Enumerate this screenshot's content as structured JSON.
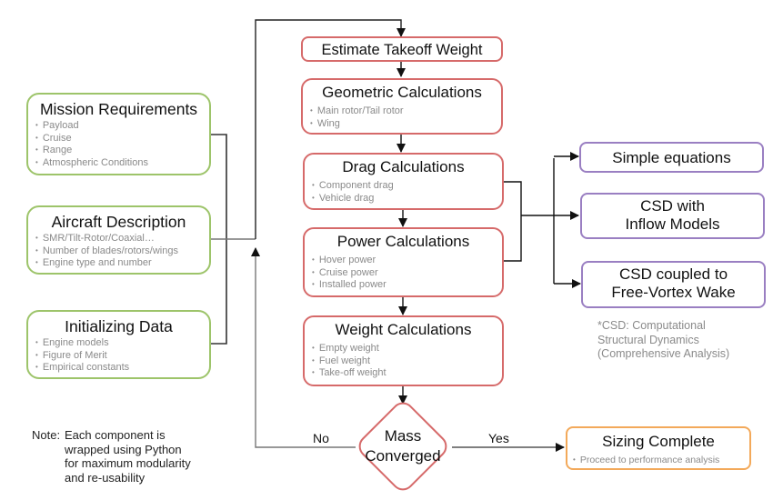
{
  "inputs": [
    {
      "id": "mission",
      "title": "Mission Requirements",
      "bullets": [
        "Payload",
        "Cruise",
        "Range",
        "Atmospheric Conditions"
      ]
    },
    {
      "id": "aircraft",
      "title": "Aircraft Description",
      "bullets": [
        "SMR/Tilt-Rotor/Coaxial…",
        "Number of blades/rotors/wings",
        "Engine type and number"
      ]
    },
    {
      "id": "initializing",
      "title": "Initializing Data",
      "bullets": [
        "Engine models",
        "Figure of Merit",
        "Empirical constants"
      ]
    }
  ],
  "pipeline": [
    {
      "id": "estimate",
      "title": "Estimate Takeoff Weight",
      "bullets": []
    },
    {
      "id": "geometric",
      "title": "Geometric Calculations",
      "bullets": [
        "Main rotor/Tail rotor",
        "Wing"
      ]
    },
    {
      "id": "drag",
      "title": "Drag Calculations",
      "bullets": [
        "Component drag",
        "Vehicle drag"
      ]
    },
    {
      "id": "power",
      "title": "Power Calculations",
      "bullets": [
        "Hover power",
        "Cruise power",
        "Installed power"
      ]
    },
    {
      "id": "weight",
      "title": "Weight Calculations",
      "bullets": [
        "Empty weight",
        "Fuel weight",
        "Take-off weight"
      ]
    }
  ],
  "decision": {
    "line1": "Mass",
    "line2": "Converged",
    "no_label": "No",
    "yes_label": "Yes"
  },
  "result": {
    "title": "Sizing Complete",
    "bullets": [
      "Proceed to performance analysis"
    ]
  },
  "models": [
    {
      "id": "simple",
      "line1": "Simple equations",
      "line2": ""
    },
    {
      "id": "inflow",
      "line1": "CSD with",
      "line2": "Inflow Models"
    },
    {
      "id": "fvw",
      "line1": "CSD coupled to",
      "line2": "Free-Vortex Wake"
    }
  ],
  "csd_note": [
    "*CSD: Computational",
    "Structural Dynamics",
    "(Comprehensive Analysis)"
  ],
  "note": {
    "prefix": "Note:",
    "lines": [
      "Each component is",
      "wrapped using Python",
      "for maximum modularity",
      "and re-usability"
    ]
  },
  "colors": {
    "input_border": "#9dc46a",
    "pipeline_border": "#d66a6a",
    "model_border": "#9a7fc2",
    "result_border": "#f3a95a",
    "bullet_text": "#8a8a8a",
    "connector": "#111111"
  }
}
